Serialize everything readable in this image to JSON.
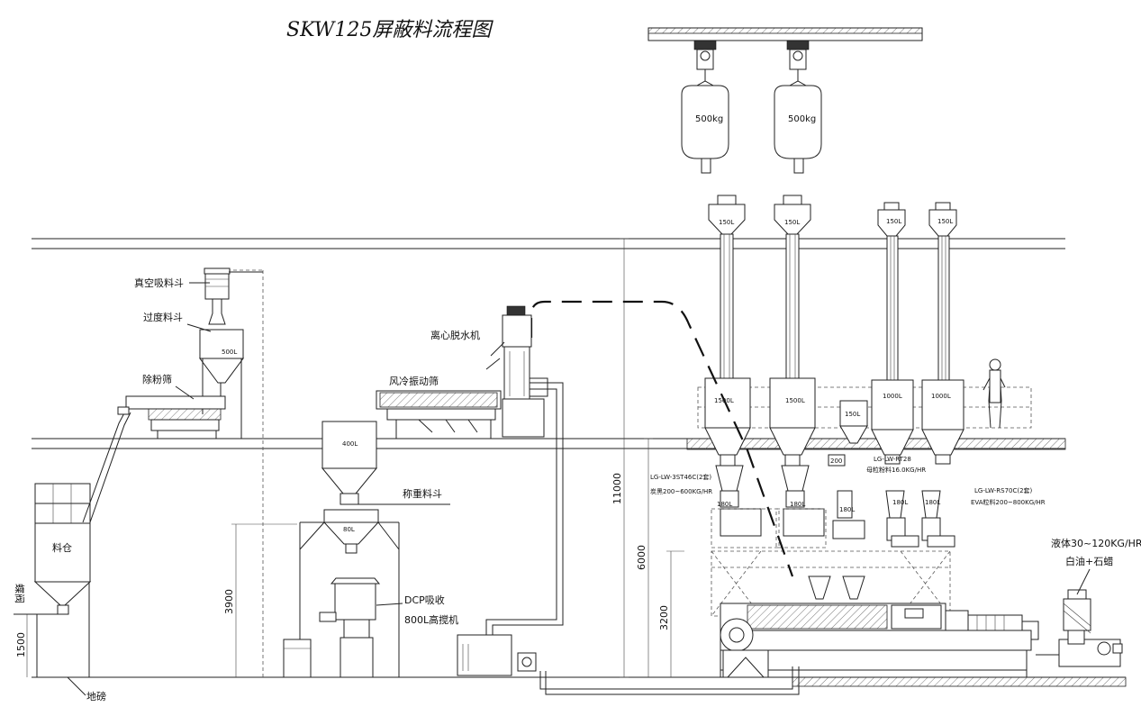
{
  "title": "SKW125屏蔽料流程图",
  "labels": {
    "vacuum_hopper": "真空吸料斗",
    "transition_hopper": "过度料斗",
    "dust_sieve": "除粉筛",
    "centrifugal_dryer": "离心脱水机",
    "air_cooled_sieve": "风冷振动筛",
    "weighing_hopper": "称重料斗",
    "dcp_absorb": "DCP吸收",
    "mixer_800": "800L高搅机",
    "silo": "料仓",
    "butterfly_valve": "蝶阀",
    "floor_scale": "地磅",
    "liquid_rate": "液体30~120KG/HR",
    "white_oil_wax": "白油+石蜡",
    "feeder_1_model": "LG-LW-3ST46C(2套)",
    "feeder_1_spec": "炭黑200~600KG/HR",
    "feeder_2_model": "LG-LW-RT28",
    "feeder_2_spec": "母粒粉料16.0KG/HR",
    "feeder_3_model": "LG-LW-RS70C(2套)",
    "feeder_3_spec": "EVA粒料200~800KG/HR"
  },
  "bags": [
    "500kg",
    "500kg"
  ],
  "small_hoppers": [
    "150L",
    "150L",
    "150L",
    "150L"
  ],
  "storage_hoppers": [
    "1500L",
    "1500L",
    "1000L",
    "1000L"
  ],
  "volume_tags": {
    "transition": "500L",
    "weighing_top": "400L",
    "weighing_bottom": "80L",
    "small_top": "150L",
    "small_200": "200",
    "feeder_180_a": "180L",
    "feeder_180_b": "180L",
    "feeder_180_c": "180L",
    "feeder_180_d": "180L",
    "feeder_180_e": "180L"
  },
  "dimensions": {
    "h_11000": "11000",
    "h_6000": "6000",
    "h_3200": "3200",
    "h_3900": "3900",
    "h_1500": "1500"
  }
}
